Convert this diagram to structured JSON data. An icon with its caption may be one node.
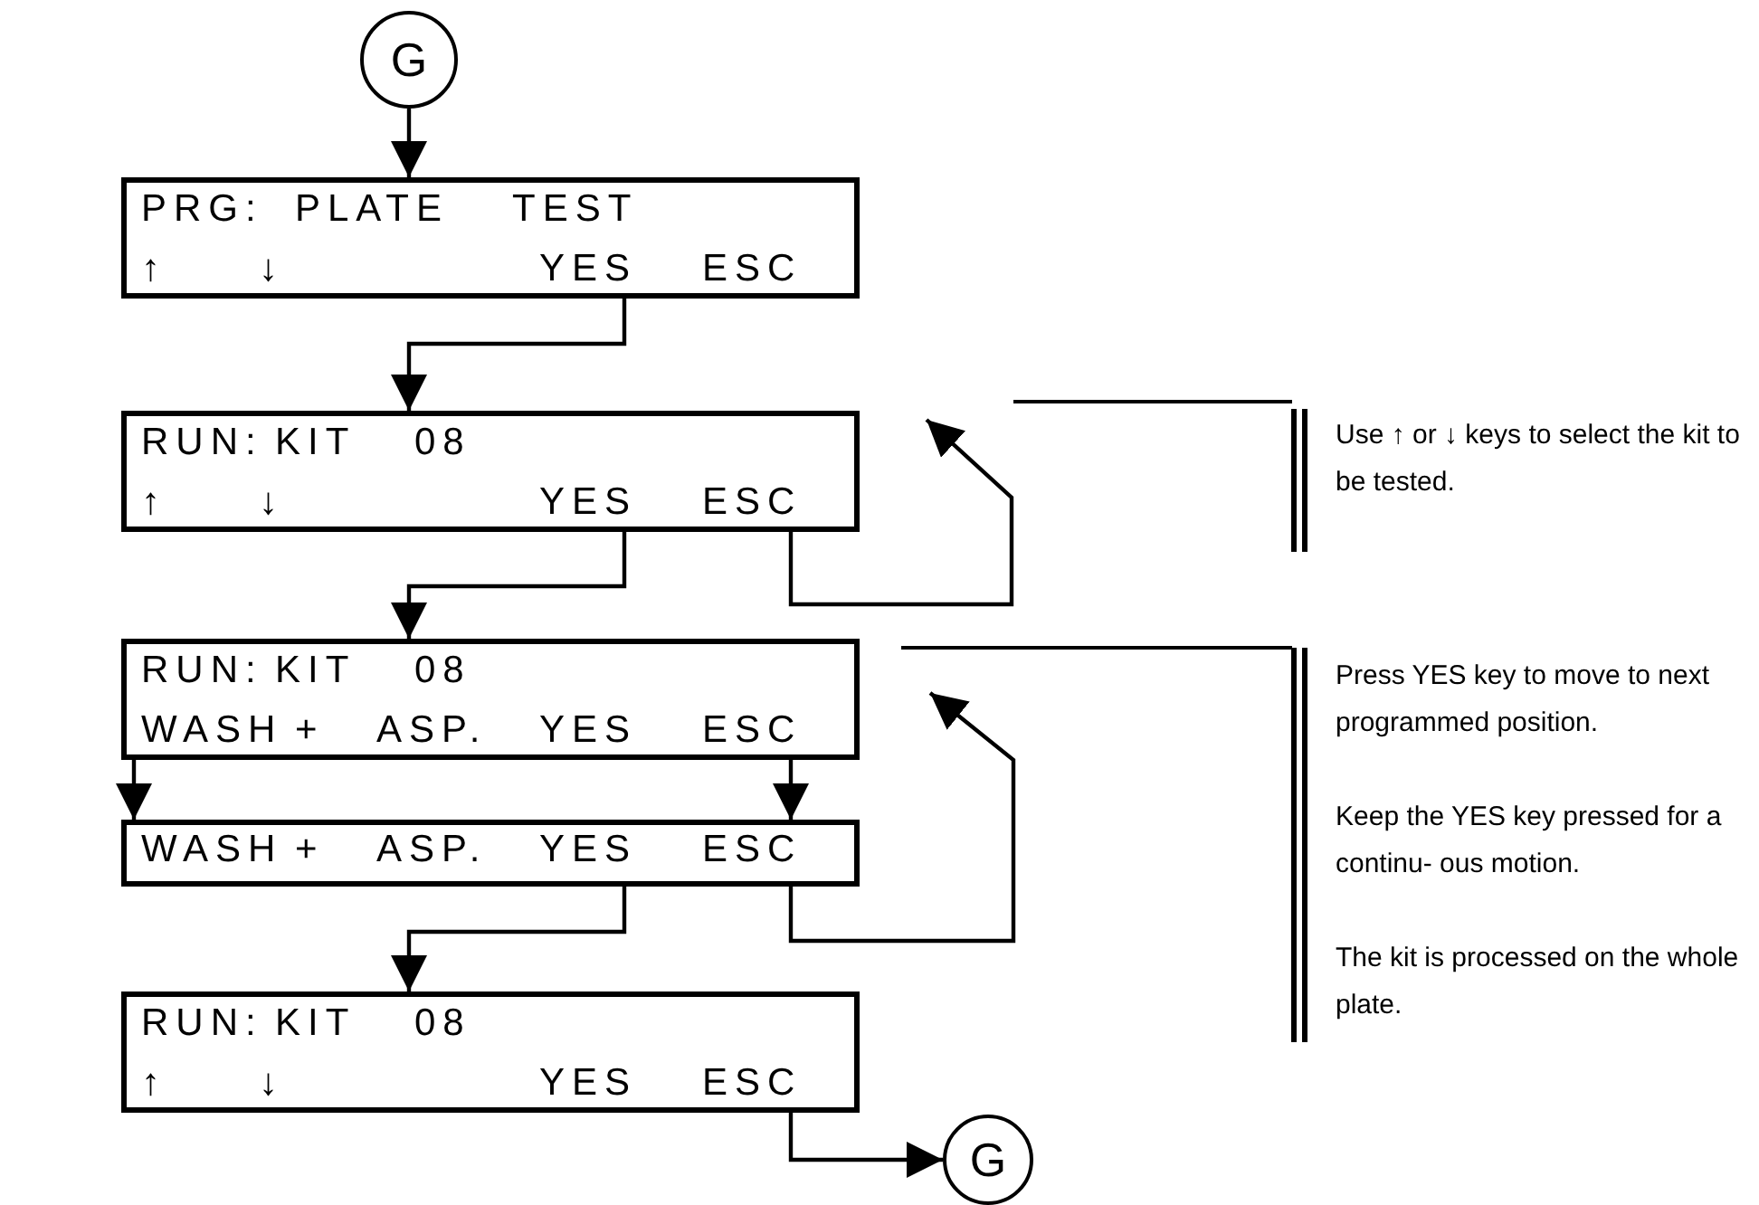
{
  "diagram": {
    "nodes": [
      {
        "text": [
          "G"
        ]
      },
      {
        "text": [
          "PRG:",
          "PLATE",
          "TEST",
          "↑",
          "↓",
          "YES",
          "ESC"
        ]
      },
      {
        "text": [
          "RUN:",
          "KIT",
          "08",
          "↑",
          "↓",
          "YES",
          "ESC"
        ]
      },
      {
        "text": [
          "RUN:",
          "KIT",
          "08",
          "WASH",
          "+",
          "ASP.",
          "YES",
          "ESC"
        ]
      },
      {
        "text": [
          "WASH",
          "+",
          "ASP.",
          "YES",
          "ESC"
        ]
      },
      {
        "text": [
          "RUN:",
          "KIT",
          "08",
          "↑",
          "↓",
          "YES",
          "ESC"
        ]
      },
      {
        "text": [
          "G"
        ]
      }
    ],
    "edges": [
      {
        "from": 0,
        "to": 1,
        "arrow": "to"
      },
      {
        "from": 1,
        "to": 2,
        "arrow": "to"
      },
      {
        "from": 2,
        "to": null,
        "arrow": "to"
      },
      {
        "from": 2,
        "to": 3,
        "arrow": "to"
      },
      {
        "from": 3,
        "to": 4,
        "arrow": "to"
      },
      {
        "from": 3,
        "to": 4,
        "arrow": "to"
      },
      {
        "from": 4,
        "to": null,
        "arrow": "to"
      },
      {
        "from": 4,
        "to": 5,
        "arrow": "to"
      },
      {
        "from": 5,
        "to": 6,
        "arrow": "to"
      }
    ],
    "labels": [
      "Use ↑ or ↓ keys to select the kit to be tested.",
      "Press YES key to move to next programmed position.",
      "Keep the YES key pressed for a continu- ous motion.",
      "The kit is processed on the whole plate."
    ]
  }
}
